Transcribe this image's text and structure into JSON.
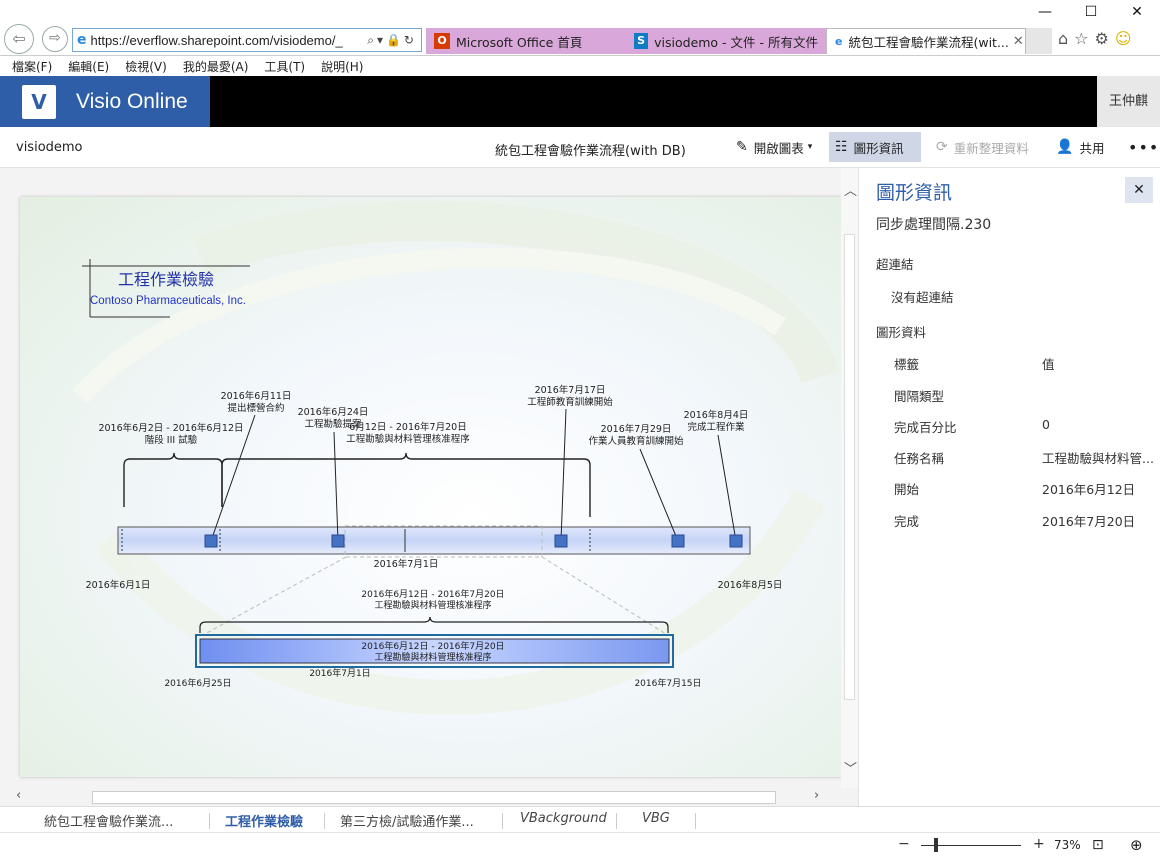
{
  "browser": {
    "url": "https://everflow.sharepoint.com/visiodemo/_",
    "tabs": [
      {
        "label": "Microsoft Office 首頁"
      },
      {
        "label": "visiodemo - 文件 - 所有文件"
      },
      {
        "label": "統包工程會驗作業流程(wit..."
      }
    ],
    "menu": [
      "檔案(F)",
      "編輯(E)",
      "檢視(V)",
      "我的最愛(A)",
      "工具(T)",
      "說明(H)"
    ]
  },
  "app": {
    "name": "Visio Online",
    "logo_letter": "V",
    "user": "王仲麒",
    "site": "visiodemo",
    "doc_title": "統包工程會驗作業流程(with DB)",
    "commands": {
      "open": "開啟圖表",
      "info": "圖形資訊",
      "refresh": "重新整理資料",
      "share": "共用",
      "more": "•••"
    }
  },
  "diagram": {
    "title": "工程作業檢驗",
    "company": "Contoso Pharmaceuticals, Inc.",
    "start_label": "2016年6月1日",
    "end_label": "2016年8月5日",
    "mid_label": "2016年7月1日",
    "milestones": [
      {
        "date": "2016年6月11日",
        "text": "提出標營合約"
      },
      {
        "date": "2016年6月24日",
        "text": "工程勘驗提案"
      },
      {
        "date": "2016年7月17日",
        "text": "工程師教育訓練開始"
      },
      {
        "date": "2016年7月29日",
        "text": "作業人員教育訓練開始"
      },
      {
        "date": "2016年8月4日",
        "text": "完成工程作業"
      }
    ],
    "interval1": {
      "range": "2016年6月2日 - 2016年6月12日",
      "text": "階段 III 試驗"
    },
    "interval2": {
      "range": "6月12日 - 2016年7月20日",
      "text": "工程勘驗與材料管理核准程序"
    },
    "detail": {
      "range": "2016年6月12日 - 2016年7月20日",
      "text": "工程勘驗與材料管理核准程序",
      "start": "2016年6月25日",
      "mid": "2016年7月1日",
      "end": "2016年7月15日"
    }
  },
  "panel": {
    "title": "圖形資訊",
    "shape_name": "同步處理間隔.230",
    "hyperlinks_header": "超連結",
    "no_hyperlinks": "沒有超連結",
    "data_header": "圖形資料",
    "col_label": "標籤",
    "col_value": "值",
    "rows": [
      {
        "label": "間隔類型",
        "value": ""
      },
      {
        "label": "完成百分比",
        "value": "0"
      },
      {
        "label": "任務名稱",
        "value": "工程勘驗與材料管..."
      },
      {
        "label": "開始",
        "value": "2016年6月12日"
      },
      {
        "label": "完成",
        "value": "2016年7月20日"
      }
    ]
  },
  "sheets": [
    {
      "label": "統包工程會驗作業流..."
    },
    {
      "label": "工程作業檢驗"
    },
    {
      "label": "第三方檢/試驗通作業..."
    },
    {
      "label": "VBackground"
    },
    {
      "label": "VBG"
    }
  ],
  "status": {
    "zoom": "73%"
  },
  "colors": {
    "accent": "#2f5ea8",
    "marker": "#4472c4",
    "bar": "#c9d6f5"
  }
}
